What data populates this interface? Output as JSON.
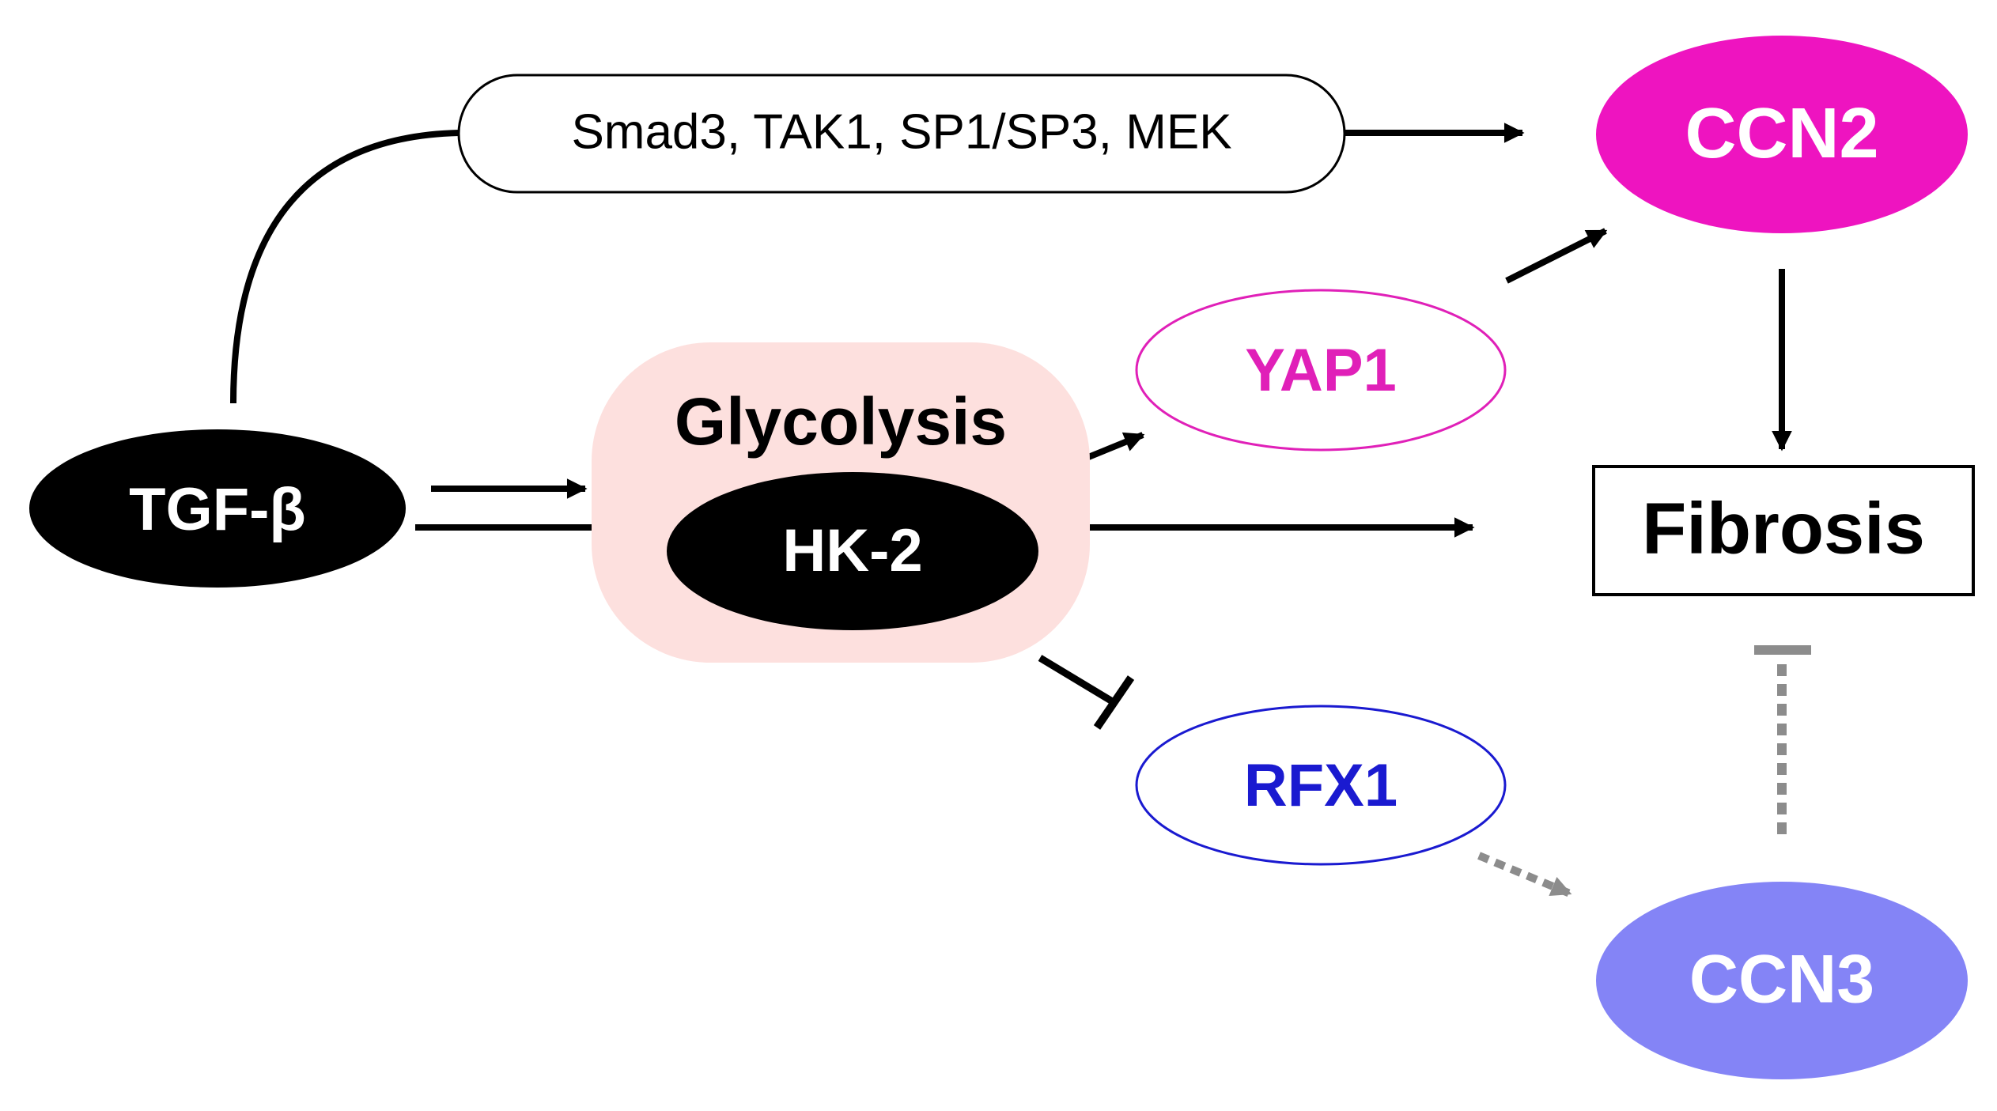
{
  "nodes": {
    "tgfb": {
      "label": "TGF-β",
      "fill": "#000000",
      "text_color": "#ffffff"
    },
    "pathway_box": {
      "label": "Smad3, TAK1, SP1/SP3, MEK",
      "fill": "#ffffff",
      "text_color": "#000000"
    },
    "glycolysis": {
      "label": "Glycolysis",
      "fill": "#fde0de",
      "text_color": "#000000"
    },
    "hk2": {
      "label": "HK-2",
      "fill": "#000000",
      "text_color": "#ffffff"
    },
    "yap1": {
      "label": "YAP1",
      "stroke": "#e020b8",
      "text_color": "#e020b8"
    },
    "rfx1": {
      "label": "RFX1",
      "stroke": "#1a1ad0",
      "text_color": "#1a1ad0"
    },
    "ccn2": {
      "label": "CCN2",
      "fill": "#ee14c0",
      "text_color": "#ffffff"
    },
    "ccn3": {
      "label": "CCN3",
      "fill": "#8484f6",
      "text_color": "#ffffff"
    },
    "fibrosis": {
      "label": "Fibrosis",
      "fill": "#ffffff",
      "text_color": "#000000"
    }
  },
  "edges": [
    {
      "from": "tgfb",
      "to": "pathway_box",
      "type": "curve"
    },
    {
      "from": "pathway_box",
      "to": "ccn2",
      "type": "activation"
    },
    {
      "from": "tgfb",
      "to": "glycolysis",
      "type": "activation"
    },
    {
      "from": "glycolysis",
      "to": "yap1",
      "type": "activation"
    },
    {
      "from": "yap1",
      "to": "ccn2",
      "type": "activation"
    },
    {
      "from": "ccn2",
      "to": "fibrosis",
      "type": "activation"
    },
    {
      "from": "tgfb",
      "to": "fibrosis",
      "type": "activation"
    },
    {
      "from": "glycolysis",
      "to": "rfx1",
      "type": "inhibition"
    },
    {
      "from": "rfx1",
      "to": "ccn3",
      "type": "activation-dashed"
    },
    {
      "from": "ccn3",
      "to": "fibrosis",
      "type": "inhibition-dashed"
    }
  ],
  "colors": {
    "arrow": "#000000",
    "dashed": "#8c8c8c"
  }
}
